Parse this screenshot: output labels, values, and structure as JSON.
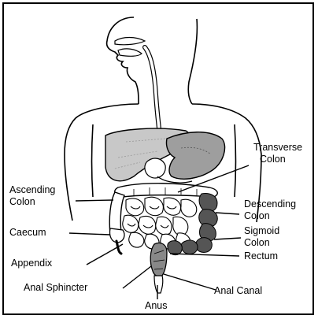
{
  "diagram": {
    "labels": {
      "transverse_colon": [
        "Transverse",
        "Colon"
      ],
      "ascending_colon": [
        "Ascending",
        "Colon"
      ],
      "descending_colon": [
        "Descending",
        "Colon"
      ],
      "caecum": "Caecum",
      "sigmoid_colon": [
        "Sigmoid",
        "Colon"
      ],
      "appendix": "Appendix",
      "rectum": "Rectum",
      "anal_sphincter": "Anal Sphincter",
      "anal_canal": "Anal Canal",
      "anus": "Anus"
    },
    "colors": {
      "outline": "#000000",
      "stomach_fill": "#9e9e9e",
      "liver_fill": "#c8c8c8",
      "intestine_fill": "#ffffff",
      "colon_dark": "#555555"
    }
  }
}
